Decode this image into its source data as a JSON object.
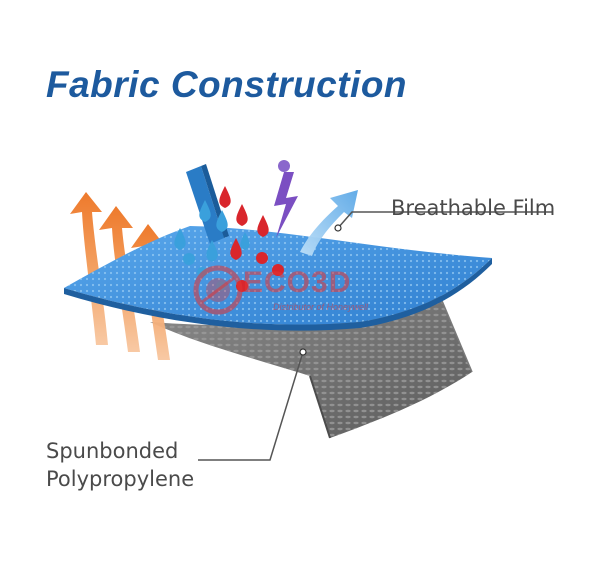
{
  "title": "Fabric Construction",
  "labels": {
    "breathable_film": "Breathable Film",
    "polypropylene_line1": "Spunbonded",
    "polypropylene_line2": "Polypropylene"
  },
  "watermark": {
    "brand": "ECO3D",
    "tagline": "Distributor of Honeywell"
  },
  "colors": {
    "title": "#1d5a9e",
    "film": "#3f8fd8",
    "polypropylene": "#6f6f6f",
    "heat_arrows": "#f08a3c",
    "water_drops": "#3aa0dc",
    "blood_drops": "#d9262c",
    "chemical_stream": "#2a7cc6",
    "lightning": "#7b4fc2",
    "vapor_arrow": "#6bb3e8"
  },
  "icons": [
    "heat-arrow-icon",
    "water-drop-icon",
    "blood-drop-icon",
    "lightning-icon",
    "vapor-arrow-icon"
  ]
}
